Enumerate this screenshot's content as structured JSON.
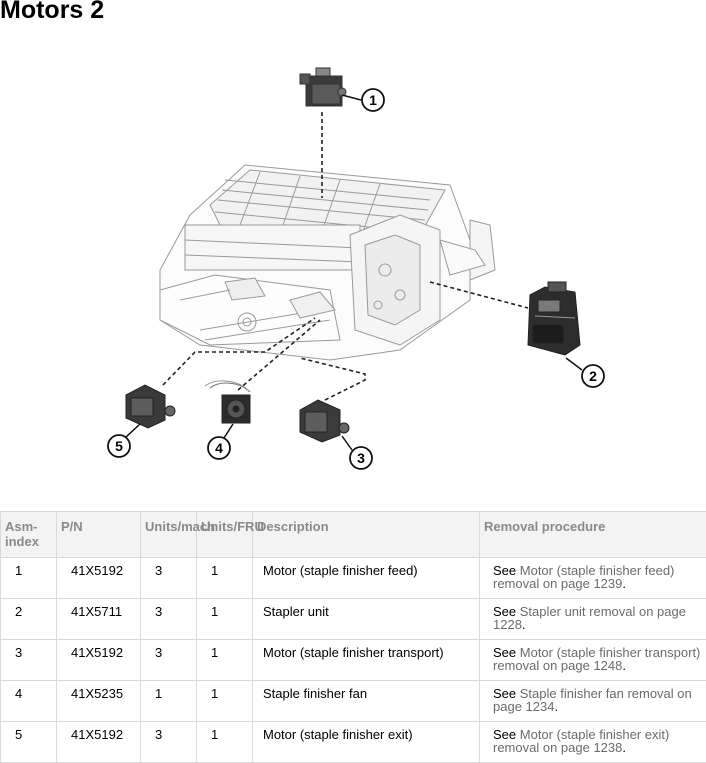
{
  "page": {
    "title": "Motors 2"
  },
  "diagram": {
    "callouts": [
      "1",
      "2",
      "3",
      "4",
      "5"
    ]
  },
  "table": {
    "headers": {
      "asm_index": "Asm-index",
      "pn": "P/N",
      "units_mach": "Units/mach",
      "units_fru": "Units/FRU",
      "description": "Description",
      "removal": "Removal procedure"
    },
    "rows": [
      {
        "asm_index": "1",
        "pn": "41X5192",
        "units_mach": "3",
        "units_fru": "1",
        "description": "Motor (staple finisher feed)",
        "see": "See",
        "link": "Motor (staple finisher feed) removal on page 1239",
        "end": "."
      },
      {
        "asm_index": "2",
        "pn": "41X5711",
        "units_mach": "3",
        "units_fru": "1",
        "description": "Stapler unit",
        "see": "See",
        "link": "Stapler unit removal on page 1228",
        "end": "."
      },
      {
        "asm_index": "3",
        "pn": "41X5192",
        "units_mach": "3",
        "units_fru": "1",
        "description": "Motor (staple finisher transport)",
        "see": "See",
        "link": "Motor (staple finisher transport) removal on page 1248",
        "end": "."
      },
      {
        "asm_index": "4",
        "pn": "41X5235",
        "units_mach": "1",
        "units_fru": "1",
        "description": "Staple finisher fan",
        "see": "See",
        "link": "Staple finisher fan removal on page 1234",
        "end": "."
      },
      {
        "asm_index": "5",
        "pn": "41X5192",
        "units_mach": "3",
        "units_fru": "1",
        "description": "Motor (staple finisher exit)",
        "see": "See",
        "link": "Motor (staple finisher exit) removal on page 1238",
        "end": "."
      }
    ]
  }
}
